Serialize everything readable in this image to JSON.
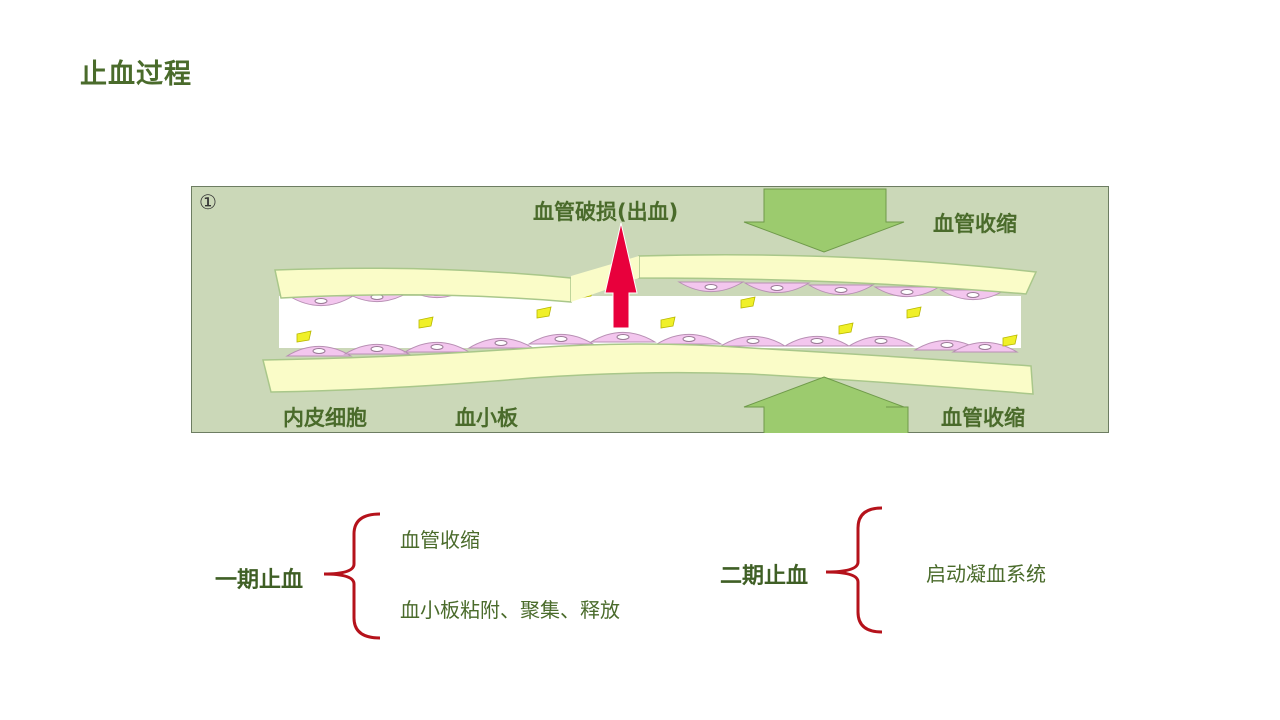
{
  "page": {
    "title": "止血过程"
  },
  "diagram": {
    "step_marker": "①",
    "labels": {
      "damage": "血管破损(出血)",
      "constrict_top": "血管收缩",
      "constrict_bottom": "血管收缩",
      "endothelial": "内皮细胞",
      "platelet": "血小板"
    },
    "colors": {
      "panel_bg": "#cbd8b8",
      "vessel_wall": "#fafcc8",
      "lumen": "#ffffff",
      "endothelial_cell": "#f3c6ee",
      "platelet": "#f0f028",
      "arrow_green": "#9ccb6e",
      "bleed_arrow": "#e8003c",
      "label_text": "#4a6b2b"
    },
    "icons": [
      "constriction-arrow-down-icon",
      "constriction-arrow-up-icon",
      "bleeding-arrow-up-icon"
    ]
  },
  "phases": {
    "primary": {
      "label": "一期止血",
      "items": [
        "血管收缩",
        "血小板粘附、聚集、释放"
      ]
    },
    "secondary": {
      "label": "二期止血",
      "items": [
        "启动凝血系统"
      ]
    },
    "brace_color": "#b5121b"
  }
}
